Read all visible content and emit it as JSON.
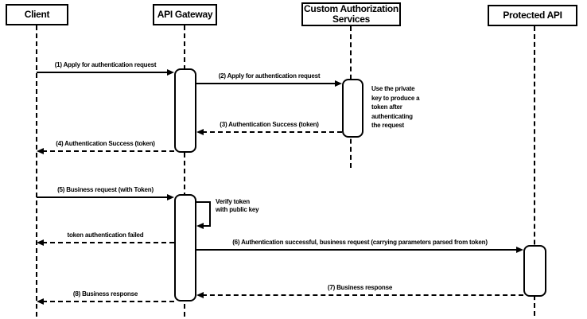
{
  "colors": {
    "stroke": "#000000",
    "background": "#ffffff"
  },
  "actors": [
    {
      "id": "client",
      "label": "Client"
    },
    {
      "id": "api-gateway",
      "label": "API Gateway"
    },
    {
      "id": "custom-authorization-services",
      "label": "Custom Authorization\nServices"
    },
    {
      "id": "protected-api",
      "label": "Protected API"
    }
  ],
  "messages": [
    {
      "label": "(1) Apply for authentication request",
      "type": "solid-arrow",
      "from": "Client",
      "to": "API Gateway"
    },
    {
      "label": "(2) Apply for authentication request",
      "type": "solid-arrow",
      "from": "API Gateway",
      "to": "Custom Authorization Services"
    },
    {
      "label": "(3) Authentication Success (token)",
      "type": "dashed-return",
      "from": "Custom Authorization Services",
      "to": "API Gateway"
    },
    {
      "label": "(4) Authentication Success (token)",
      "type": "dashed-return",
      "from": "API Gateway",
      "to": "Client"
    },
    {
      "label": "(5) Business request (with Token)",
      "type": "solid-arrow",
      "from": "Client",
      "to": "API Gateway"
    },
    {
      "label": "Verify token\nwith public key",
      "type": "self-message",
      "from": "API Gateway",
      "to": "API Gateway"
    },
    {
      "label": "token authentication failed",
      "type": "dashed-return",
      "from": "API Gateway",
      "to": "Client"
    },
    {
      "label": "(6) Authentication successful, business request (carrying parameters parsed from token)",
      "type": "solid-arrow",
      "from": "API Gateway",
      "to": "Protected API"
    },
    {
      "label": "(7) Business response",
      "type": "dashed-return",
      "from": "Protected API",
      "to": "API Gateway"
    },
    {
      "label": "(8) Business response",
      "type": "dashed-return",
      "from": "API Gateway",
      "to": "Client"
    }
  ],
  "note": {
    "text": "Use the private\nkey to produce a\ntoken after\nauthenticating\nthe request"
  }
}
